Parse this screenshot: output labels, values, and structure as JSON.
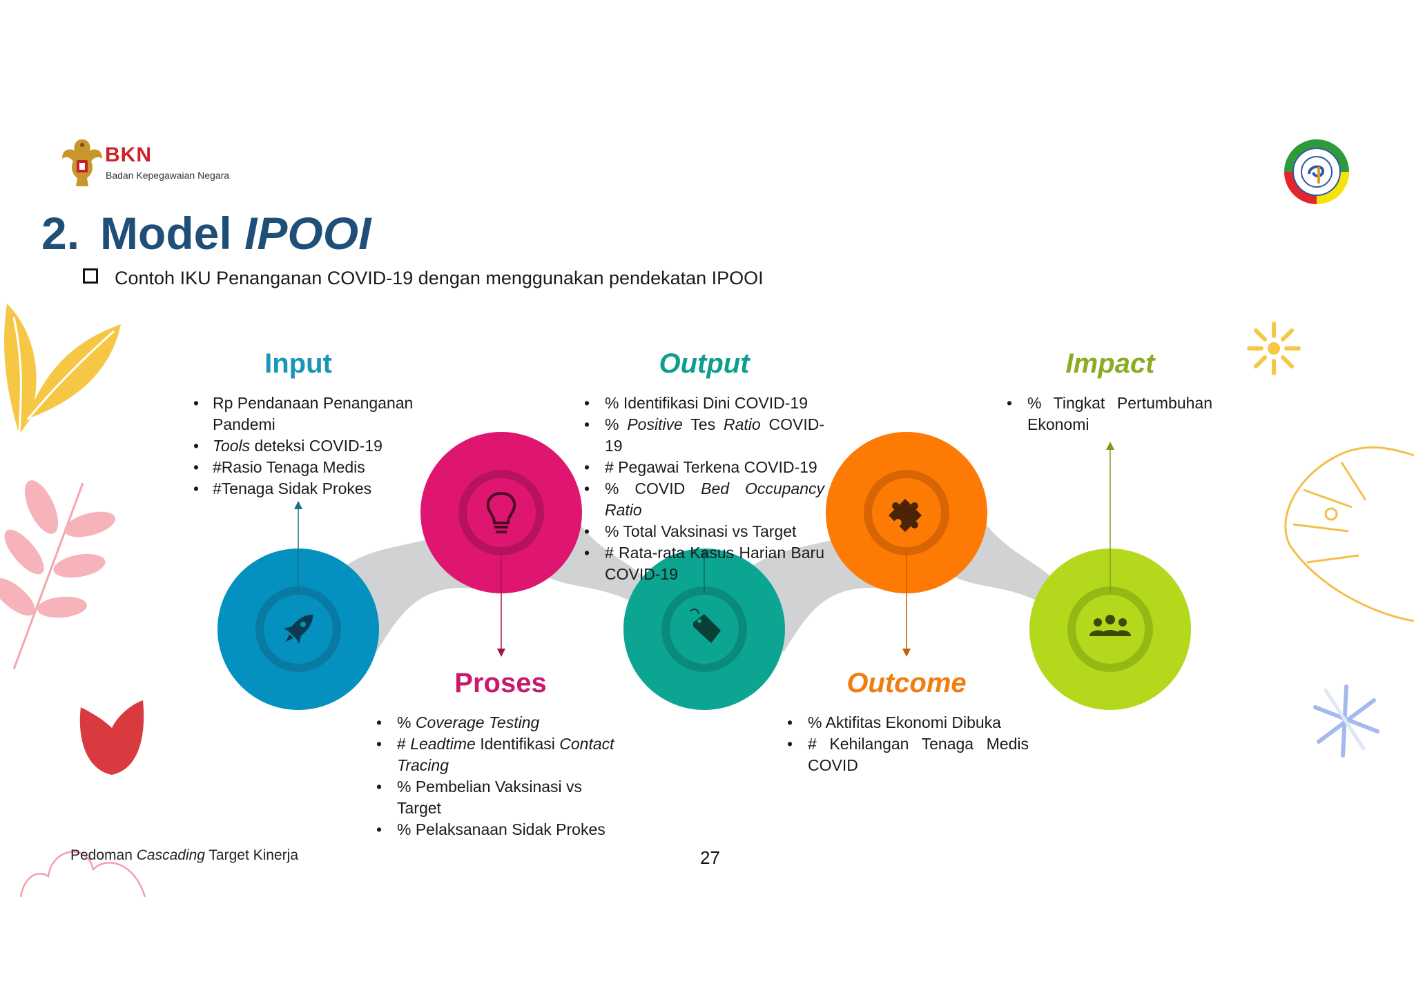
{
  "logo": {
    "acronym": "BKN",
    "name": "Badan Kepegawaian Negara"
  },
  "title": {
    "number": "2.",
    "word": "Model",
    "emphasis": "IPOOI"
  },
  "subtitle": "Contoh IKU Penanganan COVID-19 dengan menggunakan pendekatan IPOOI",
  "stages": {
    "input": {
      "label": "Input",
      "color": "#1895b7",
      "circle_color": "#0591c0",
      "icon": "rocket-icon",
      "items": [
        {
          "pre": "",
          "em": "",
          "post": "Rp Pendanaan Penanganan Pandemi"
        },
        {
          "pre": "",
          "em": "Tools",
          "post": " deteksi COVID-19"
        },
        {
          "pre": "",
          "em": "",
          "post": "#Rasio Tenaga Medis"
        },
        {
          "pre": "",
          "em": "",
          "post": "#Tenaga Sidak Prokes"
        }
      ]
    },
    "proses": {
      "label": "Proses",
      "color": "#c8196d",
      "circle_color": "#de166f",
      "icon": "lightbulb-icon",
      "items": [
        {
          "pre": "% ",
          "em": "Coverage Testing",
          "post": ""
        },
        {
          "pre": "# ",
          "em": "Leadtime",
          "post": " Identifikasi ",
          "em2": "Contact Tracing"
        },
        {
          "pre": "",
          "em": "",
          "post": "% Pembelian Vaksinasi vs Target"
        },
        {
          "pre": "",
          "em": "",
          "post": "% Pelaksanaan Sidak Prokes"
        }
      ]
    },
    "output": {
      "label": "Output",
      "color": "#0e9e8e",
      "circle_color": "#0ba592",
      "icon": "tag-icon",
      "items": [
        {
          "pre": "% Identifikasi Dini COVID-19",
          "em": "",
          "post": ""
        },
        {
          "pre": "% ",
          "em": "Positive",
          "post": " Tes ",
          "em2": "Ratio",
          "post2": " COVID-19"
        },
        {
          "pre": "# Pegawai Terkena COVID-19",
          "em": "",
          "post": ""
        },
        {
          "pre": "% COVID ",
          "em": "Bed Occupancy Ratio",
          "post": ""
        },
        {
          "pre": "% Total Vaksinasi vs Target",
          "em": "",
          "post": ""
        },
        {
          "pre": "# Rata-rata Kasus Harian Baru COVID-19",
          "em": "",
          "post": ""
        }
      ]
    },
    "outcome": {
      "label": "Outcome",
      "color": "#f07d0e",
      "circle_color": "#fd7a05",
      "icon": "puzzle-icon",
      "items": [
        {
          "text": "% Aktifitas Ekonomi Dibuka"
        },
        {
          "text": "# Kehilangan Tenaga Medis COVID"
        }
      ]
    },
    "impact": {
      "label": "Impact",
      "color": "#8aab23",
      "circle_color": "#b4d91c",
      "icon": "people-group-icon",
      "items": [
        {
          "text": "% Tingkat Pertumbuhan Ekonomi"
        }
      ]
    }
  },
  "footer": {
    "pre": "Pedoman ",
    "em": "Cascading",
    "post": " Target Kinerja"
  },
  "page_number": "27"
}
